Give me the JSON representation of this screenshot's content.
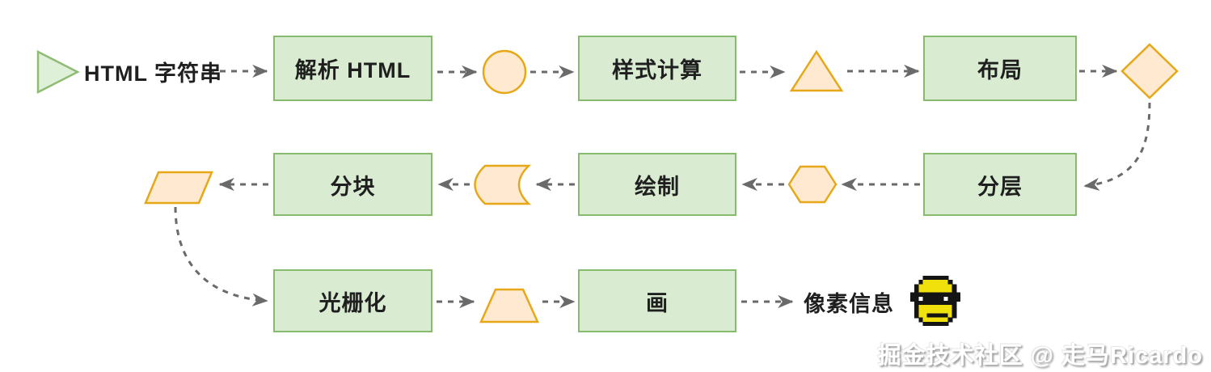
{
  "nodes": {
    "start": "HTML 字符串",
    "parse_html": "解析 HTML",
    "style_calc": "样式计算",
    "layout": "布局",
    "layering": "分层",
    "paint": "绘制",
    "tiling": "分块",
    "rasterize": "光栅化",
    "draw": "画",
    "output": "像素信息"
  },
  "flow_order": [
    "HTML 字符串",
    "解析 HTML",
    "样式计算",
    "布局",
    "分层",
    "绘制",
    "分块",
    "光栅化",
    "画",
    "像素信息"
  ],
  "watermark": "掘金技术社区 @ 走马Ricardo",
  "icons": {
    "start": "play-triangle-icon",
    "end": "sunglasses-pixel-smiley-icon"
  },
  "colors": {
    "process_fill": "#d9ecd2",
    "process_border": "#87b96e",
    "shape_fill": "#ffe9d1",
    "shape_border": "#e6a817",
    "start_icon_fill": "#dff0d8",
    "start_icon_border": "#8fbc75",
    "connector": "#6a6a6a",
    "text": "#1f1f1f",
    "emoji_yellow": "#f0e10c"
  }
}
